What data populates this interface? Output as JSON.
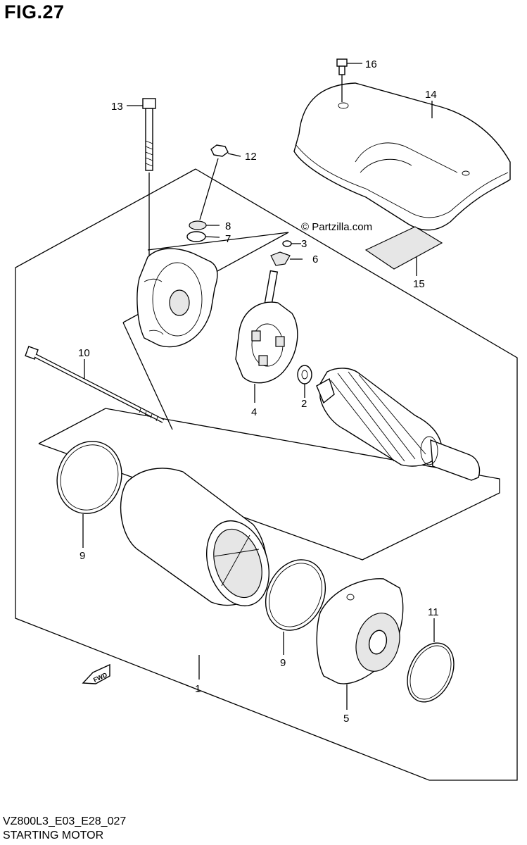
{
  "header": {
    "title": "FIG.27"
  },
  "footer": {
    "code": "VZ800L3_E03_E28_027",
    "name": "STARTING MOTOR"
  },
  "copyright": "© Partzilla.com",
  "fwd_label": "FWD",
  "callouts": [
    {
      "id": "c1",
      "label": "1"
    },
    {
      "id": "c2",
      "label": "2"
    },
    {
      "id": "c3",
      "label": "3"
    },
    {
      "id": "c4",
      "label": "4"
    },
    {
      "id": "c5",
      "label": "5"
    },
    {
      "id": "c6",
      "label": "6"
    },
    {
      "id": "c7",
      "label": "7"
    },
    {
      "id": "c8",
      "label": "8"
    },
    {
      "id": "c9a",
      "label": "9"
    },
    {
      "id": "c9b",
      "label": "9"
    },
    {
      "id": "c10",
      "label": "10"
    },
    {
      "id": "c11",
      "label": "11"
    },
    {
      "id": "c12",
      "label": "12"
    },
    {
      "id": "c13",
      "label": "13"
    },
    {
      "id": "c14",
      "label": "14"
    },
    {
      "id": "c15",
      "label": "15"
    },
    {
      "id": "c16",
      "label": "16"
    }
  ]
}
